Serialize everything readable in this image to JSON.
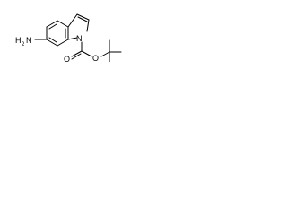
{
  "structure": {
    "atom_labels": {
      "amine_h": "H",
      "amine_h_count": "2",
      "amine_n": "N",
      "ring_n": "N",
      "carbonyl_o": "O",
      "ester_o": "O"
    },
    "colors": {
      "bond": "#000000",
      "text": "#000000",
      "background": "#ffffff"
    }
  }
}
